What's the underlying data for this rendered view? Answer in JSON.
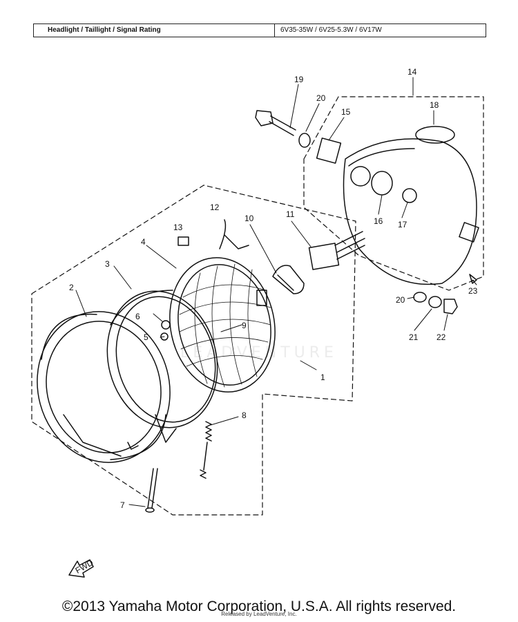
{
  "spec": {
    "label": "Headlight / Taillight / Signal Rating",
    "value": "6V35-35W / 6V25-5.3W / 6V17W"
  },
  "callouts": {
    "c1": "1",
    "c2": "2",
    "c3": "3",
    "c4": "4",
    "c5": "5",
    "c6": "6",
    "c7": "7",
    "c8": "8",
    "c9": "9",
    "c10": "10",
    "c11": "11",
    "c12": "12",
    "c13": "13",
    "c14": "14",
    "c15": "15",
    "c16": "16",
    "c17": "17",
    "c18": "18",
    "c19": "19",
    "c20a": "20",
    "c20b": "20",
    "c21": "21",
    "c22": "22",
    "c23": "23"
  },
  "fwd_label": "FWD",
  "watermark": "LEADVENTURE",
  "copyright": "©2013 Yamaha Motor Corporation, U.S.A. All rights reserved.",
  "release_note": "Released by LeadVenture, Inc."
}
